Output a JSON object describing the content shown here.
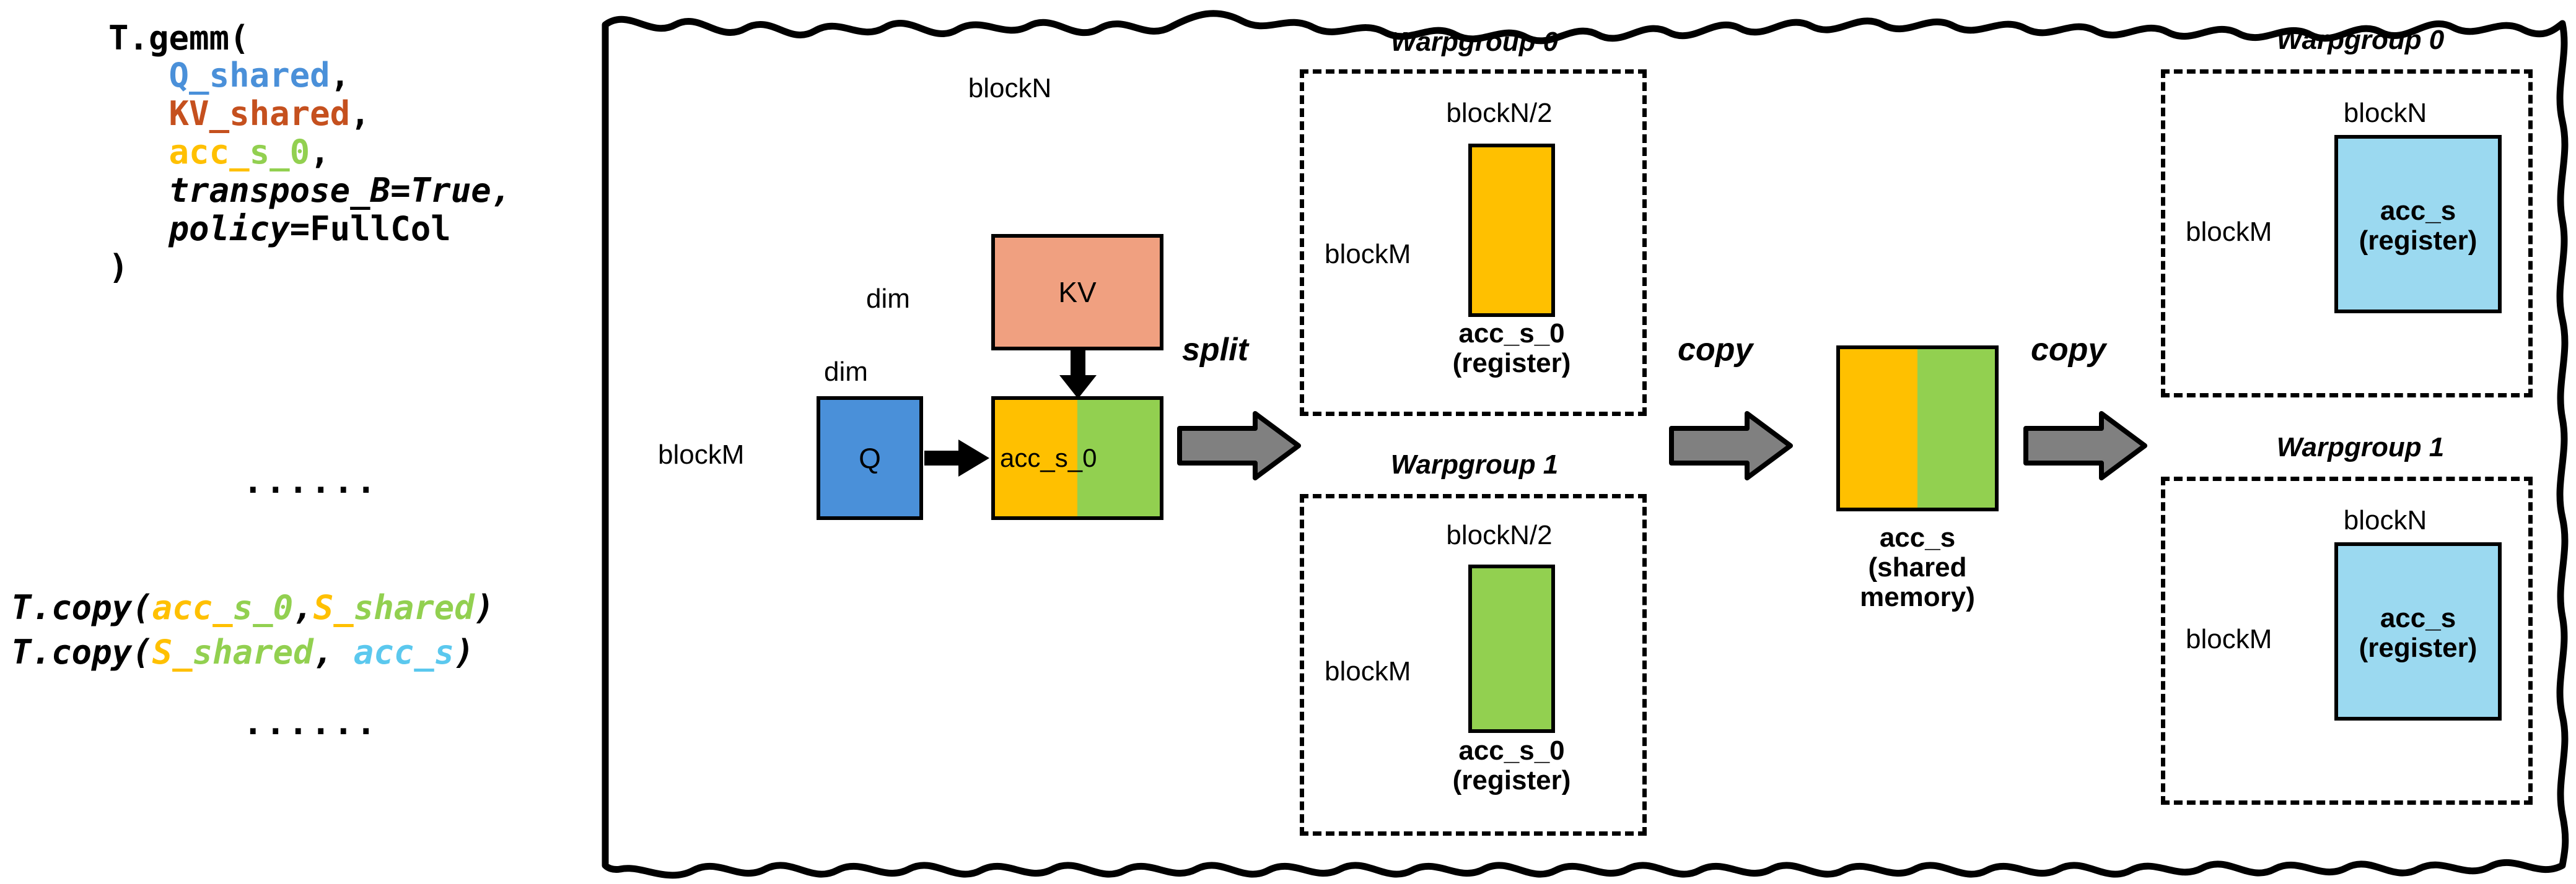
{
  "code": {
    "lines": [
      {
        "id": "gemm_open",
        "segments": [
          {
            "t": "T.gemm(",
            "c": "#000000",
            "i": false
          }
        ]
      },
      {
        "id": "arg_q",
        "segments": [
          {
            "t": "   ",
            "c": "#000000",
            "i": false
          },
          {
            "t": "Q_shared",
            "c": "#4A90D9",
            "i": false
          },
          {
            "t": ",",
            "c": "#000000",
            "i": false
          }
        ]
      },
      {
        "id": "arg_kv",
        "segments": [
          {
            "t": "   ",
            "c": "#000000",
            "i": false
          },
          {
            "t": "KV_shared",
            "c": "#C5501E",
            "i": false
          },
          {
            "t": ",",
            "c": "#000000",
            "i": false
          }
        ]
      },
      {
        "id": "arg_accs0",
        "segments": [
          {
            "t": "   ",
            "c": "#000000",
            "i": false
          },
          {
            "t": "acc_",
            "c": "#FFC000",
            "i": false
          },
          {
            "t": "s_0",
            "c": "#92D050",
            "i": false
          },
          {
            "t": ",",
            "c": "#000000",
            "i": false
          }
        ]
      },
      {
        "id": "arg_transpose",
        "segments": [
          {
            "t": "   ",
            "c": "#000000",
            "i": false
          },
          {
            "t": "transpose_B=True,",
            "c": "#000000",
            "i": true
          }
        ]
      },
      {
        "id": "arg_policy",
        "segments": [
          {
            "t": "   ",
            "c": "#000000",
            "i": false
          },
          {
            "t": "policy",
            "c": "#000000",
            "i": true
          },
          {
            "t": "=FullCol",
            "c": "#000000",
            "i": false
          }
        ]
      },
      {
        "id": "gemm_close",
        "segments": [
          {
            "t": ")",
            "c": "#000000",
            "i": false
          }
        ]
      }
    ],
    "ellipsis_top": "······",
    "ellipsis_bottom": "······",
    "copy_line_1": [
      {
        "t": "T.copy(",
        "c": "#000000",
        "i": true
      },
      {
        "t": "acc_",
        "c": "#FFC000",
        "i": true
      },
      {
        "t": "s_0",
        "c": "#92D050",
        "i": true
      },
      {
        "t": ",",
        "c": "#000000",
        "i": true
      },
      {
        "t": "S_",
        "c": "#FFC000",
        "i": true
      },
      {
        "t": "shared",
        "c": "#92D050",
        "i": true
      },
      {
        "t": ")",
        "c": "#000000",
        "i": true
      }
    ],
    "copy_line_2": [
      {
        "t": "T.copy(",
        "c": "#000000",
        "i": true
      },
      {
        "t": "S_",
        "c": "#FFC000",
        "i": true
      },
      {
        "t": "shared",
        "c": "#92D050",
        "i": true
      },
      {
        "t": ", ",
        "c": "#000000",
        "i": true
      },
      {
        "t": "acc_s",
        "c": "#5BC8EE",
        "i": true
      },
      {
        "t": ")",
        "c": "#000000",
        "i": true
      }
    ]
  },
  "colors": {
    "q_blue": "#4A90D9",
    "kv_salmon": "#F0A080",
    "acc_yellow": "#FFC000",
    "acc_green": "#92D050",
    "accs_lightblue": "#9BD9F0",
    "arrow_gray": "#808080",
    "stroke": "#000000"
  },
  "diagram": {
    "gemm_group": {
      "blockN_label": "blockN",
      "blockM_label": "blockM",
      "dim_label_kv": "dim",
      "dim_label_q": "dim",
      "kv_label": "KV",
      "q_label": "Q",
      "acc_s_0_label": "acc_s_0"
    },
    "split_arrow_label": "split",
    "copy_arrow_1_label": "copy",
    "copy_arrow_2_label": "copy",
    "warpgroups_split": [
      {
        "title": "Warpgroup 0",
        "top_label": "blockN/2",
        "side_label": "blockM",
        "caption_line1": "acc_s_0",
        "caption_line2": "(register)",
        "fill": "#FFC000"
      },
      {
        "title": "Warpgroup 1",
        "top_label": "blockN/2",
        "side_label": "blockM",
        "caption_line1": "acc_s_0",
        "caption_line2": "(register)",
        "fill": "#92D050"
      }
    ],
    "shared_block": {
      "caption_line1": "acc_s",
      "caption_line2": "(shared",
      "caption_line3": "memory)",
      "left_fill": "#FFC000",
      "right_fill": "#92D050"
    },
    "warpgroups_result": [
      {
        "title": "Warpgroup 0",
        "top_label": "blockN",
        "side_label": "blockM",
        "inner_line1": "acc_s",
        "inner_line2": "(register)",
        "fill": "#9BD9F0"
      },
      {
        "title": "Warpgroup 1",
        "top_label": "blockN",
        "side_label": "blockM",
        "inner_line1": "acc_s",
        "inner_line2": "(register)",
        "fill": "#9BD9F0"
      }
    ]
  }
}
